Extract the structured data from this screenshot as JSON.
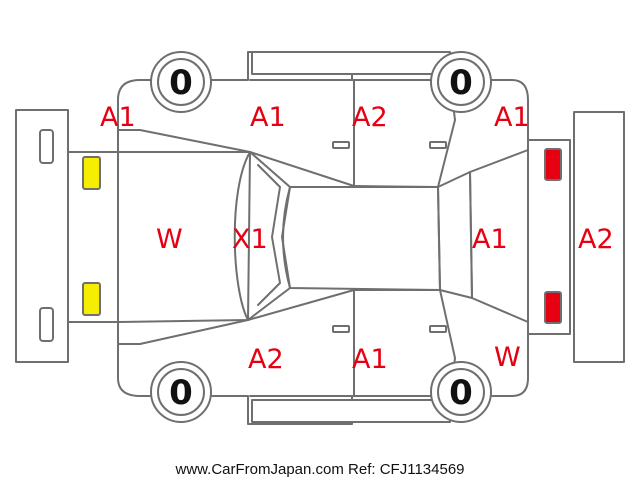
{
  "colors": {
    "outline": "#6f6f6f",
    "damage_code": "#e60012",
    "front_lamp": "#f5ee00",
    "rear_lamp": "#e60012",
    "tire_text": "#111111"
  },
  "tire_labels": {
    "front_left": "0",
    "rear_left": "0",
    "front_right": "0",
    "rear_right": "0"
  },
  "damage_codes": {
    "front_left_fender": "A1",
    "left_front_door": "A1",
    "left_rear_door": "A2",
    "rear_left_quarter": "A1",
    "hood": "W",
    "windshield": "X1",
    "trunk_lid": "A1",
    "rear_bumper": "A2",
    "right_front_door": "A2",
    "right_rear_door": "A1",
    "rear_right_quarter": "W"
  },
  "footer": {
    "watermark": "www.CarFromJapan.com Ref: CFJ1134569"
  }
}
